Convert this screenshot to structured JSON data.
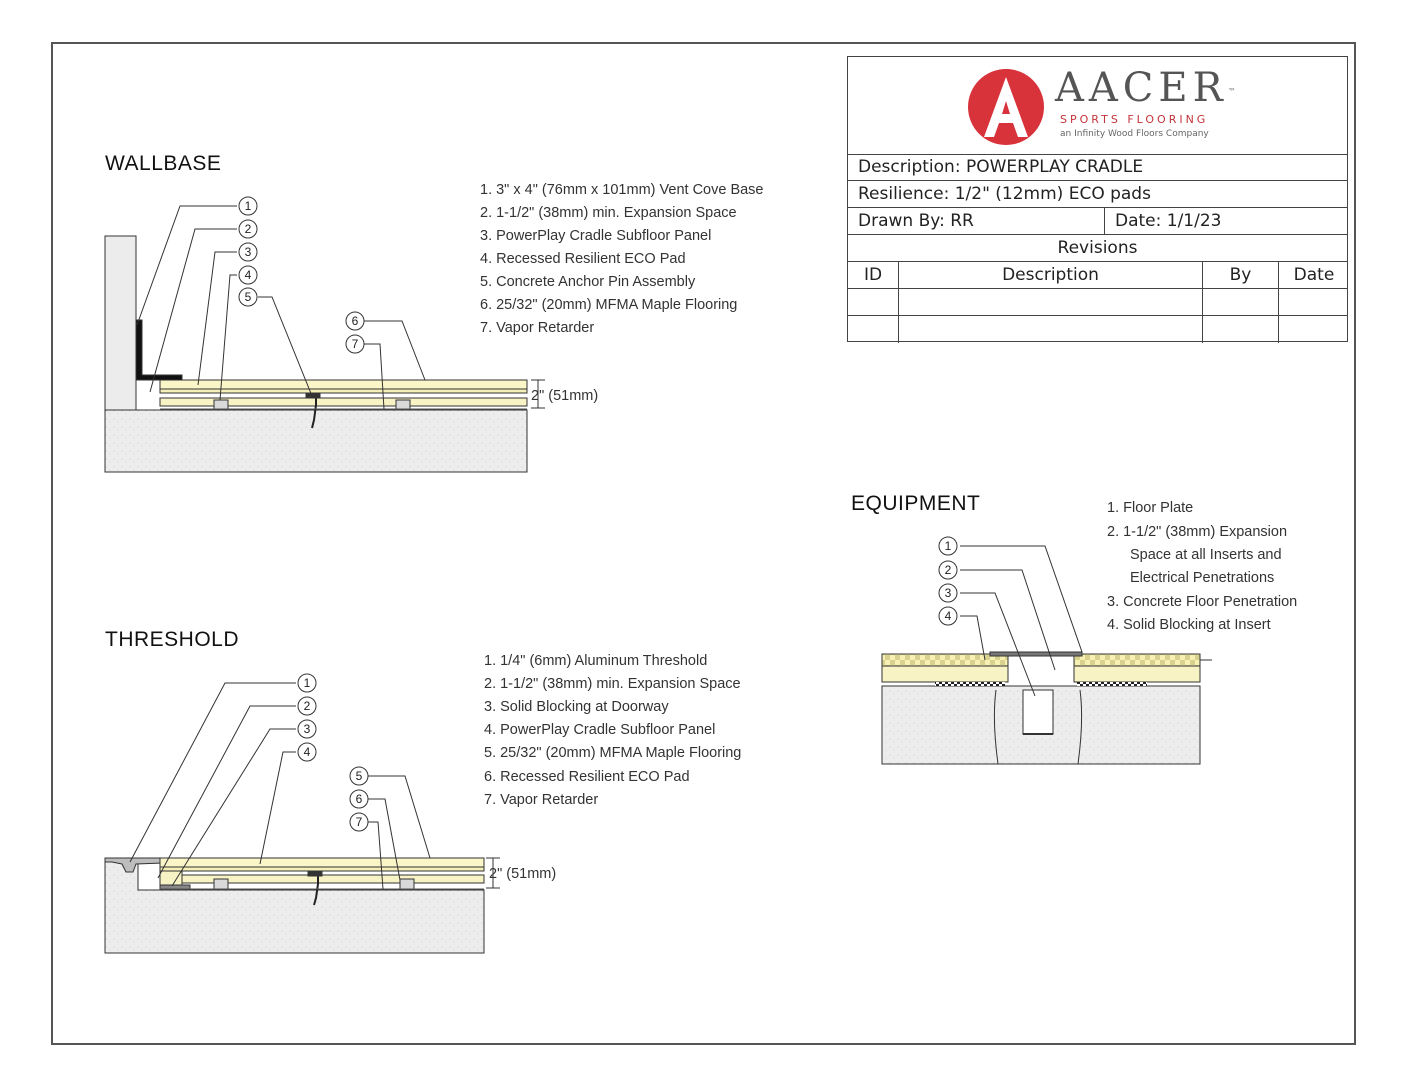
{
  "titleblock": {
    "brand_name": "AACER",
    "brand_tm": "™",
    "brand_tagline": "SPORTS FLOORING",
    "brand_subtitle": "an Infinity Wood Floors Company",
    "description": "Description: POWERPLAY CRADLE",
    "resilience": "Resilience: 1/2\" (12mm) ECO pads",
    "drawn_by": "Drawn By: RR",
    "date": "Date: 1/1/23",
    "revisions_title": "Revisions",
    "columns": [
      "ID",
      "Description",
      "By",
      "Date"
    ],
    "colors": {
      "logo_red": "#d8323b",
      "logo_gray": "#5a5a5a"
    }
  },
  "wallbase": {
    "title": "WALLBASE",
    "notes": [
      "1.  3\" x 4\" (76mm x 101mm) Vent Cove Base",
      "2.  1-1/2\" (38mm) min. Expansion Space",
      "3.  PowerPlay Cradle Subfloor Panel",
      "4.  Recessed Resilient ECO Pad",
      "5.  Concrete Anchor Pin Assembly",
      "6.  25/32\" (20mm) MFMA Maple Flooring",
      "7.  Vapor Retarder"
    ],
    "callouts": [
      "1",
      "2",
      "3",
      "4",
      "5",
      "6",
      "7"
    ],
    "dimension": "2\" (51mm)"
  },
  "threshold": {
    "title": "THRESHOLD",
    "notes": [
      "1.  1/4\" (6mm) Aluminum Threshold",
      "2.  1-1/2\" (38mm) min. Expansion Space",
      "3.  Solid Blocking at Doorway",
      "4.  PowerPlay Cradle Subfloor Panel",
      "5.  25/32\" (20mm) MFMA Maple Flooring",
      "6.  Recessed Resilient ECO Pad",
      "7.  Vapor Retarder"
    ],
    "callouts": [
      "1",
      "2",
      "3",
      "4",
      "5",
      "6",
      "7"
    ],
    "dimension": "2\" (51mm)"
  },
  "equipment": {
    "title": "EQUIPMENT",
    "notes": [
      "1.  Floor Plate",
      "2. 1-1/2\" (38mm) Expansion",
      "Space at all Inserts and",
      "Electrical Penetrations",
      "3.  Concrete Floor Penetration",
      "4.  Solid Blocking at Insert"
    ],
    "callouts": [
      "1",
      "2",
      "3",
      "4"
    ]
  },
  "colors": {
    "maple": "#fbf6c7",
    "subfloor": "#f8f3c4",
    "concrete": "#ececec",
    "line": "#333333"
  }
}
